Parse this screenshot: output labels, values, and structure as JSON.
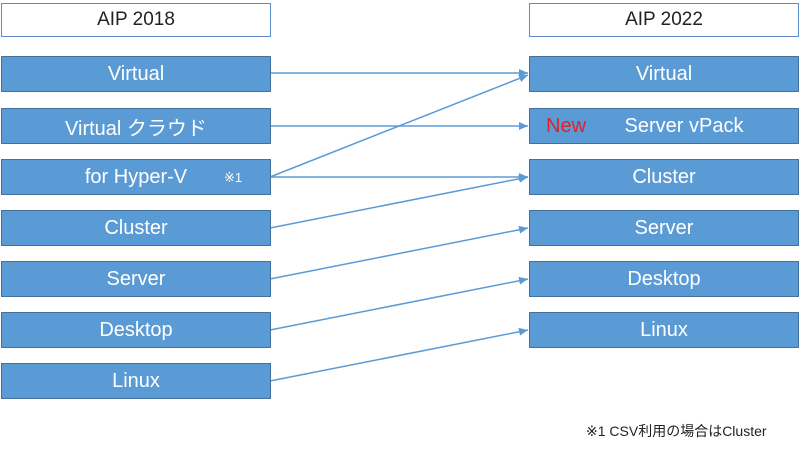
{
  "left": {
    "header": "AIP 2018",
    "items": [
      "Virtual",
      "Virtual クラウド",
      "for Hyper-V",
      "Cluster",
      "Server",
      "Desktop",
      "Linux"
    ],
    "footnote_mark": "※1"
  },
  "right": {
    "header": "AIP 2022",
    "items": [
      "Virtual",
      "Server vPack",
      "Cluster",
      "Server",
      "Desktop",
      "Linux"
    ],
    "new_label": "New"
  },
  "footnote": "※1 CSV利用の場合はCluster",
  "colors": {
    "box_fill": "#5b9bd5",
    "box_border": "#41719c",
    "arrow": "#5b9bd5",
    "new": "#e0202a"
  }
}
